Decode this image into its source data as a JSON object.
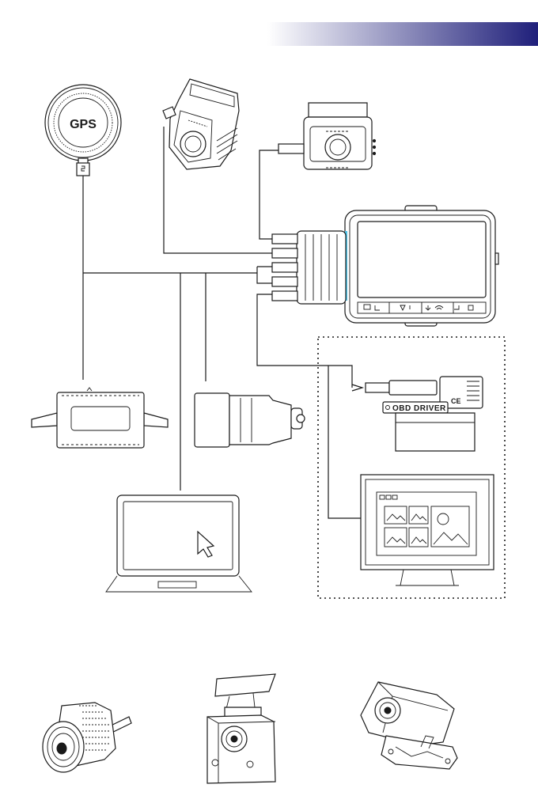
{
  "header_band": {
    "gradient_start": "#ffffff",
    "gradient_end": "#1f1f7a"
  },
  "components": {
    "gps_module": {
      "label": "GPS"
    },
    "obd_adapter": {
      "label": "OBD DRIVER",
      "mark": "CE"
    },
    "dashcam_display": {
      "screen_color": "#ffffff",
      "accent": "#4fc3e8"
    }
  },
  "icons": [
    "gps-icon",
    "front-camera-icon",
    "rear-camera-icon",
    "dashcam-icon",
    "hardwire-kit-icon",
    "car-charger-icon",
    "laptop-icon",
    "cursor-icon",
    "obd-adapter-icon",
    "monitor-icon",
    "image-icon",
    "bullet-camera-icon",
    "interior-camera-icon",
    "license-plate-camera-icon"
  ]
}
